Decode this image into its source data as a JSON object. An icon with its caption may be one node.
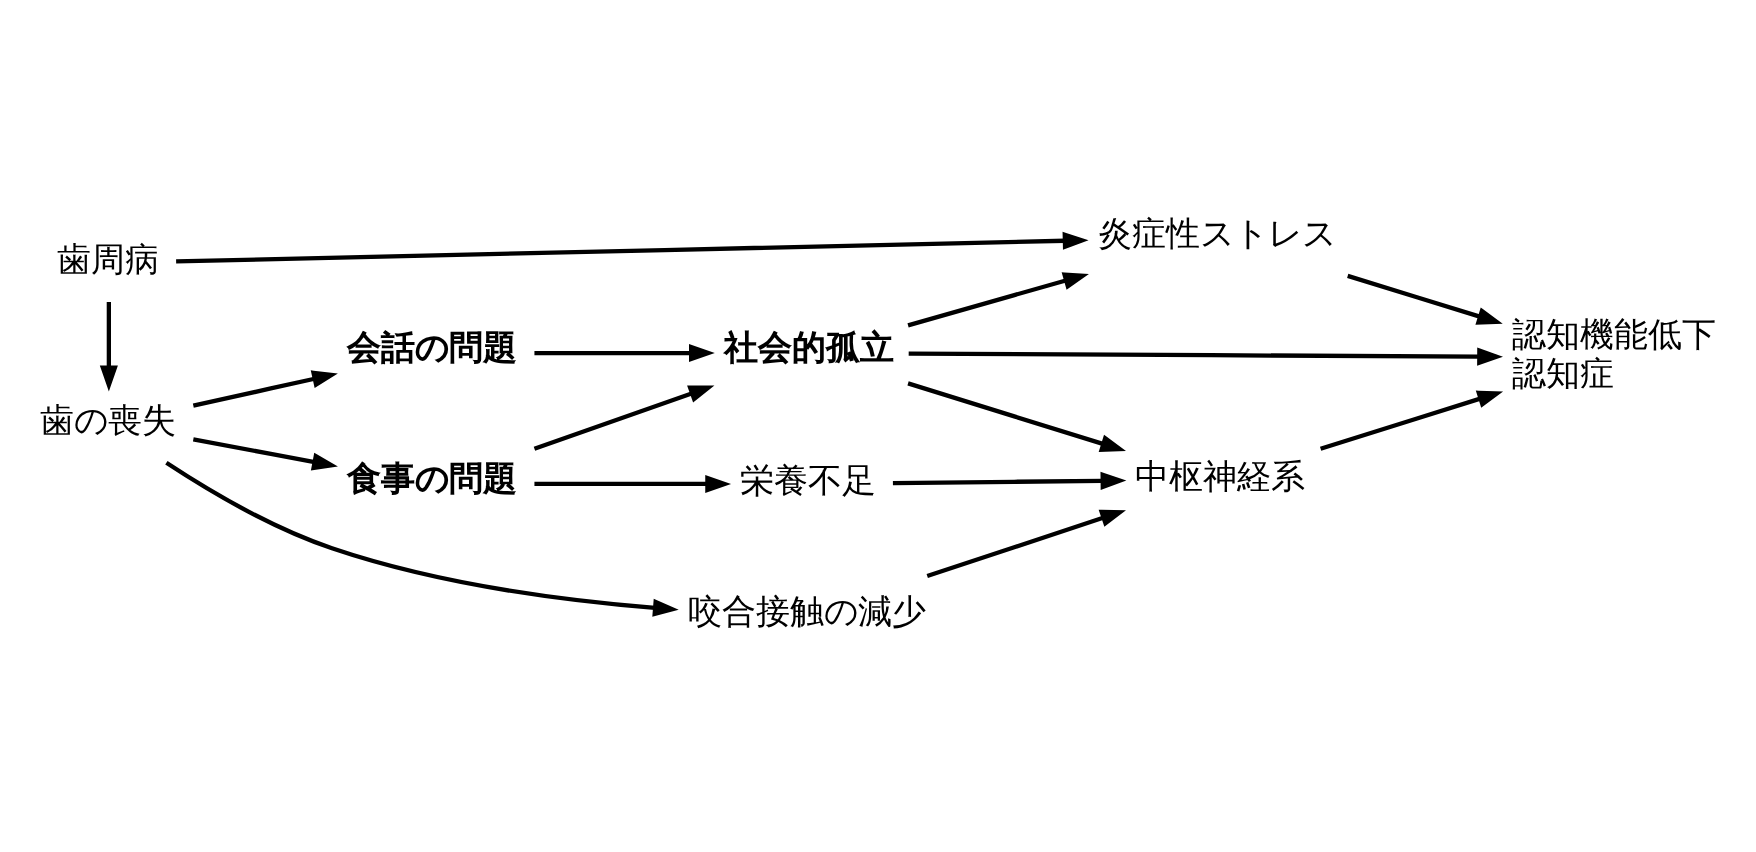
{
  "diagram": {
    "nodes": [
      {
        "text": [
          "歯の喪失"
        ]
      },
      {
        "text": [
          "咬合接触の減少"
        ]
      },
      {
        "text": [
          "栄養不足"
        ]
      },
      {
        "text": [
          "食事の問題"
        ]
      },
      {
        "text": [
          "会話の問題"
        ]
      },
      {
        "text": [
          "中枢神経系"
        ]
      },
      {
        "text": [
          "社会的孤立"
        ]
      },
      {
        "text": [
          "認知機能低下",
          "認知症"
        ]
      },
      {
        "text": [
          "歯周病"
        ]
      },
      {
        "text": [
          "炎症性ストレス"
        ]
      }
    ],
    "edges": [
      {
        "from": 8,
        "to": 0,
        "arrow": "to"
      },
      {
        "from": 0,
        "to": 1,
        "arrow": "to"
      },
      {
        "from": 0,
        "to": 3,
        "arrow": "to"
      },
      {
        "from": 0,
        "to": 4,
        "arrow": "to"
      },
      {
        "from": 3,
        "to": 2,
        "arrow": "to"
      },
      {
        "from": 1,
        "to": 5,
        "arrow": "to"
      },
      {
        "from": 2,
        "to": 5,
        "arrow": "to"
      },
      {
        "from": 3,
        "to": 6,
        "arrow": "to"
      },
      {
        "from": 4,
        "to": 6,
        "arrow": "to"
      },
      {
        "from": 6,
        "to": 5,
        "arrow": "to"
      },
      {
        "from": 6,
        "to": 7,
        "arrow": "to"
      },
      {
        "from": 6,
        "to": 9,
        "arrow": "to"
      },
      {
        "from": 5,
        "to": 7,
        "arrow": "to"
      },
      {
        "from": 8,
        "to": 9,
        "arrow": "to"
      },
      {
        "from": 9,
        "to": 7,
        "arrow": "to"
      }
    ]
  }
}
